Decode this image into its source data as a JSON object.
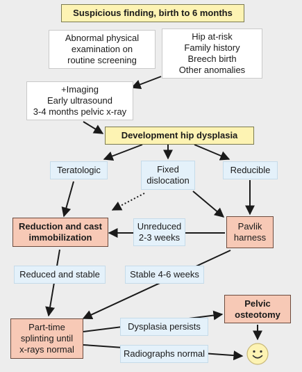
{
  "title": "Suspicious finding, birth to 6 months",
  "boxes": {
    "exam": [
      "Abnormal physical",
      "examination on",
      "routine screening"
    ],
    "risk": [
      "Hip at-risk",
      "Family history",
      "Breech birth",
      "Other anomalies"
    ],
    "imaging": [
      "+Imaging",
      "Early ultrasound",
      "3-4 months pelvic x-ray"
    ],
    "ddh": "Development hip dysplasia",
    "teratologic": "Teratologic",
    "fixed": [
      "Fixed",
      "dislocation"
    ],
    "reducible": "Reducible",
    "reduction": [
      "Reduction and cast",
      "immobilization"
    ],
    "unreduced": [
      "Unreduced",
      "2-3 weeks"
    ],
    "pavlik": [
      "Pavlik",
      "harness"
    ],
    "reduced_stable": "Reduced and stable",
    "stable_weeks": "Stable 4-6 weeks",
    "pelvic": [
      "Pelvic",
      "osteotomy"
    ],
    "parttime": [
      "Part-time",
      "splinting until",
      "x-rays normal"
    ],
    "dysplasia_persists": "Dysplasia persists",
    "radiographs_normal": "Radiographs normal"
  },
  "colors": {
    "title_box": "#fdf3b3",
    "info_box": "#ffffff",
    "label_box": "#e4f1fa",
    "treatment_box": "#f7c9b6",
    "smiley": "#fdf3b3"
  },
  "icons": {
    "outcome": "smiley-face-icon"
  }
}
